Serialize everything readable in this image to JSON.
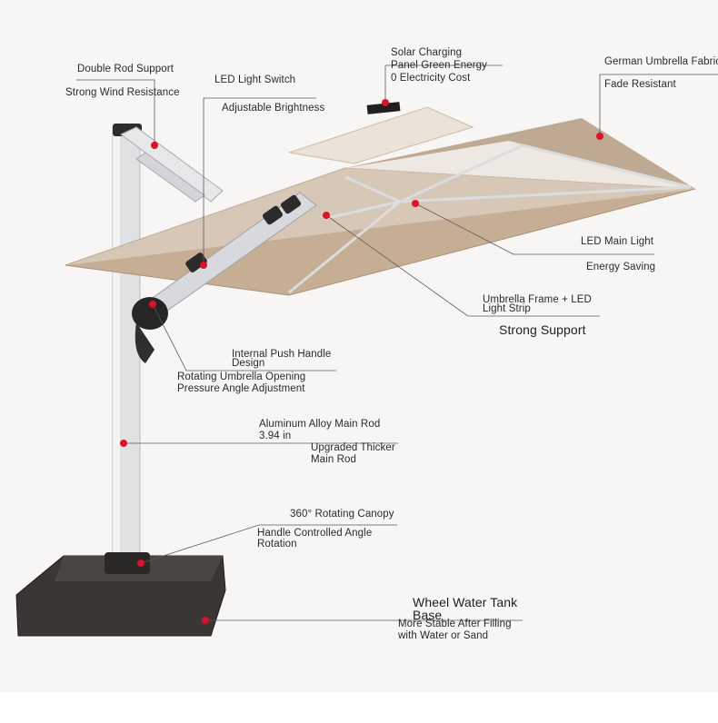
{
  "colors": {
    "canopy": "#c6ae94",
    "canopy_dark": "#b19a80",
    "canopy_light": "#ebe3d8",
    "frame": "#d9dbdd",
    "pole": "#dfe1e3",
    "base": "#3a3633",
    "marker": "#e0102a",
    "leader": "#5a5a5a"
  },
  "callouts": {
    "double_rod": {
      "title": "Double Rod Support",
      "desc": "Strong Wind Resistance"
    },
    "led_switch": {
      "title": "LED Light Switch",
      "desc": "Adjustable Brightness"
    },
    "solar": {
      "line1": "Solar Charging",
      "line2": "Panel Green Energy",
      "line3": "0 Electricity Cost"
    },
    "fabric": {
      "title": "German Umbrella Fabric",
      "desc": "Fade Resistant"
    },
    "led_main": {
      "title": "LED Main Light",
      "desc": "Energy Saving"
    },
    "frame_strip": {
      "line1": "Umbrella Frame + LED",
      "line2": "Light Strip",
      "desc": "Strong Support"
    },
    "push_handle": {
      "line1": "Internal Push Handle",
      "line2": "Design",
      "line3": "Rotating Umbrella Opening",
      "line4": "Pressure Angle Adjustment"
    },
    "main_rod": {
      "line1": "Aluminum Alloy Main Rod",
      "line2": "3.94 in",
      "line3": "Upgraded Thicker",
      "line4": "Main Rod"
    },
    "rotating": {
      "title": "360° Rotating Canopy",
      "line1": "Handle Controlled Angle",
      "line2": "Rotation"
    },
    "base": {
      "line1": "Wheel Water Tank",
      "line2": "Base",
      "line3": "More Stable After Filling",
      "line4": "with Water or Sand"
    }
  }
}
